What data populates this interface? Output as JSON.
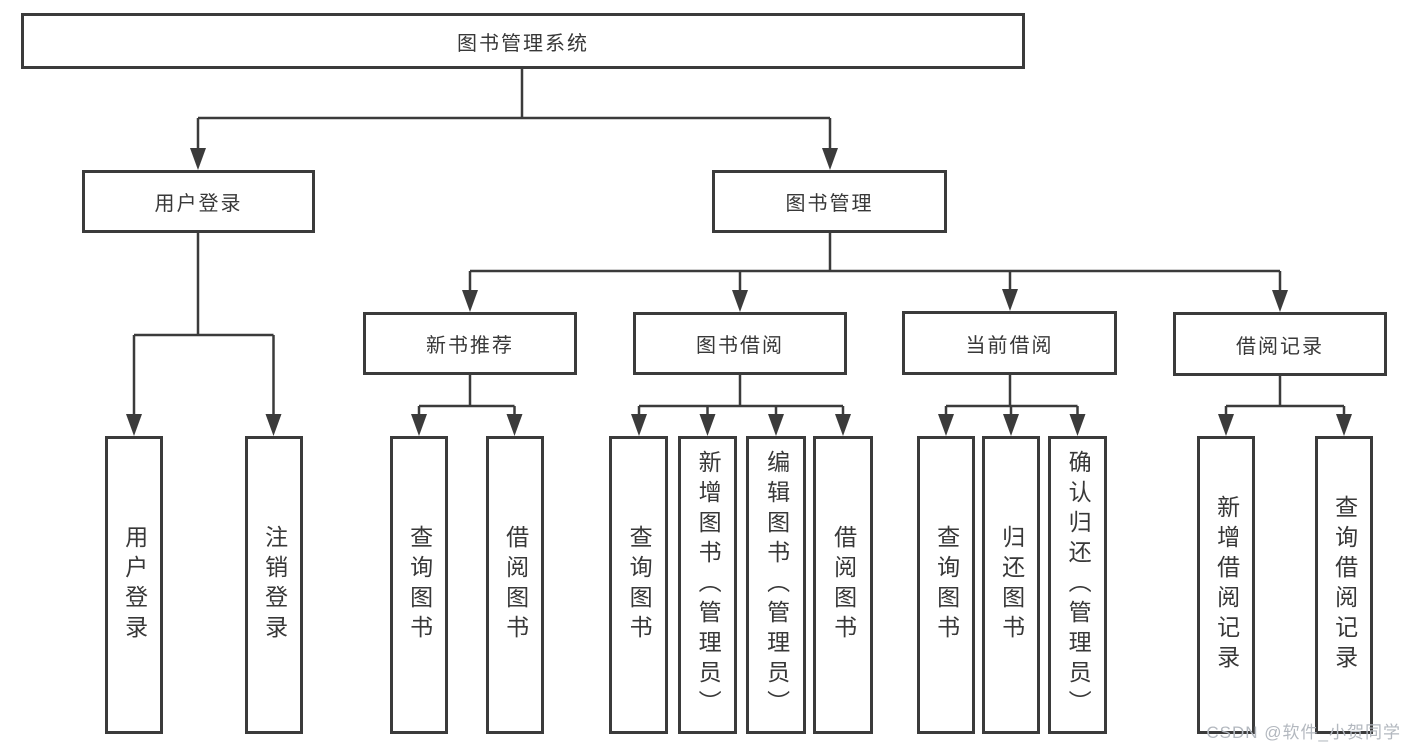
{
  "root": {
    "label": "图书管理系统"
  },
  "login_branch": {
    "label": "用户登录",
    "children": [
      {
        "label": "用户登录"
      },
      {
        "label": "注销登录"
      }
    ]
  },
  "mgmt_branch": {
    "label": "图书管理",
    "sections": [
      {
        "label": "新书推荐",
        "children": [
          {
            "label": "查询图书"
          },
          {
            "label": "借阅图书"
          }
        ]
      },
      {
        "label": "图书借阅",
        "children": [
          {
            "label": "查询图书"
          },
          {
            "label": "新增图书（管理员）"
          },
          {
            "label": "编辑图书（管理员）"
          },
          {
            "label": "借阅图书"
          }
        ]
      },
      {
        "label": "当前借阅",
        "children": [
          {
            "label": "查询图书"
          },
          {
            "label": "归还图书"
          },
          {
            "label": "确认归还（管理员）"
          }
        ]
      },
      {
        "label": "借阅记录",
        "children": [
          {
            "label": "新增借阅记录"
          },
          {
            "label": "查询借阅记录"
          }
        ]
      }
    ]
  },
  "watermark": {
    "text": "CSDN @软件_小贺同学"
  },
  "colors": {
    "line": "#3b3b3b",
    "text": "#383838",
    "watermark": "#b3b8bf"
  }
}
